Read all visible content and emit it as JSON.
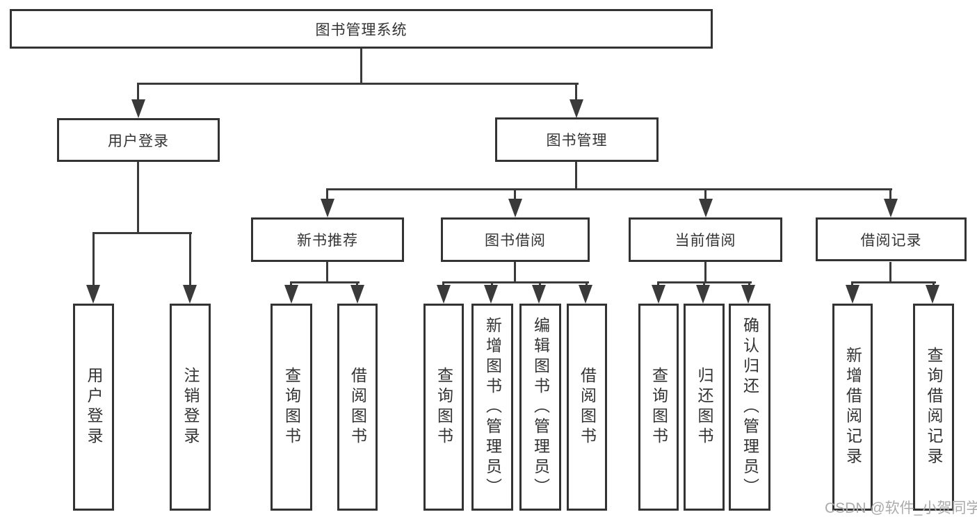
{
  "diagram_title": "图书管理系统",
  "tree": {
    "root": {
      "label": "图书管理系统"
    },
    "branches": [
      {
        "label": "用户登录",
        "leaves": [
          {
            "label": "用户登录"
          },
          {
            "label": "注销登录"
          }
        ]
      },
      {
        "label": "图书管理",
        "groups": [
          {
            "label": "新书推荐",
            "leaves": [
              {
                "label": "查询图书"
              },
              {
                "label": "借阅图书"
              }
            ]
          },
          {
            "label": "图书借阅",
            "leaves": [
              {
                "label": "查询图书"
              },
              {
                "label": "新增图书（管理员）"
              },
              {
                "label": "编辑图书（管理员）"
              },
              {
                "label": "借阅图书"
              }
            ]
          },
          {
            "label": "当前借阅",
            "leaves": [
              {
                "label": "查询图书"
              },
              {
                "label": "归还图书"
              },
              {
                "label": "确认归还（管理员）"
              }
            ]
          },
          {
            "label": "借阅记录",
            "leaves": [
              {
                "label": "新增借阅记录"
              },
              {
                "label": "查询借阅记录"
              }
            ]
          }
        ]
      }
    ]
  },
  "watermark": {
    "text": "CSDN @软件_小贺同学"
  },
  "colors": {
    "box_border": "#333333",
    "line": "#3a3a3a",
    "text": "#333333",
    "watermark": "#ababab",
    "background": "#ffffff"
  }
}
